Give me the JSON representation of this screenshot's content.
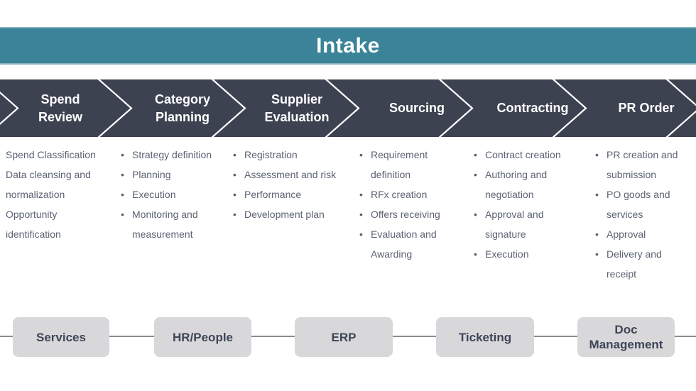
{
  "header": {
    "title": "Intake"
  },
  "stages": [
    {
      "label": "Spend\nReview",
      "items": [
        "Spend Classification",
        "Data cleansing and normalization",
        "Opportunity identification"
      ]
    },
    {
      "label": "Category\nPlanning",
      "items": [
        "Strategy definition",
        "Planning",
        "Execution",
        "Monitoring and measurement"
      ]
    },
    {
      "label": "Supplier\nEvaluation",
      "items": [
        "Registration",
        "Assessment and risk",
        "Performance",
        "Development plan"
      ]
    },
    {
      "label": "Sourcing",
      "items": [
        "Requirement definition",
        "RFx creation",
        "Offers receiving",
        "Evaluation and Awarding"
      ]
    },
    {
      "label": "Contracting",
      "items": [
        "Contract creation",
        "Authoring and negotiation",
        "Approval and signature",
        "Execution"
      ]
    },
    {
      "label": "PR Order",
      "items": [
        "PR creation and submission",
        "PO goods and services",
        "Approval",
        "Delivery and receipt"
      ]
    }
  ],
  "systems": [
    {
      "label": "Services"
    },
    {
      "label": "HR/People"
    },
    {
      "label": "ERP"
    },
    {
      "label": "Ticketing"
    },
    {
      "label": "Doc\nManagement"
    }
  ],
  "colors": {
    "teal": "#3a8398",
    "dark_band": "#3c4250",
    "list_text": "#5b6271",
    "box_fill": "#d8d8db",
    "box_text": "#3f4557",
    "connector_line": "#8c8c8c",
    "chevron_separator": "#ffffff"
  }
}
